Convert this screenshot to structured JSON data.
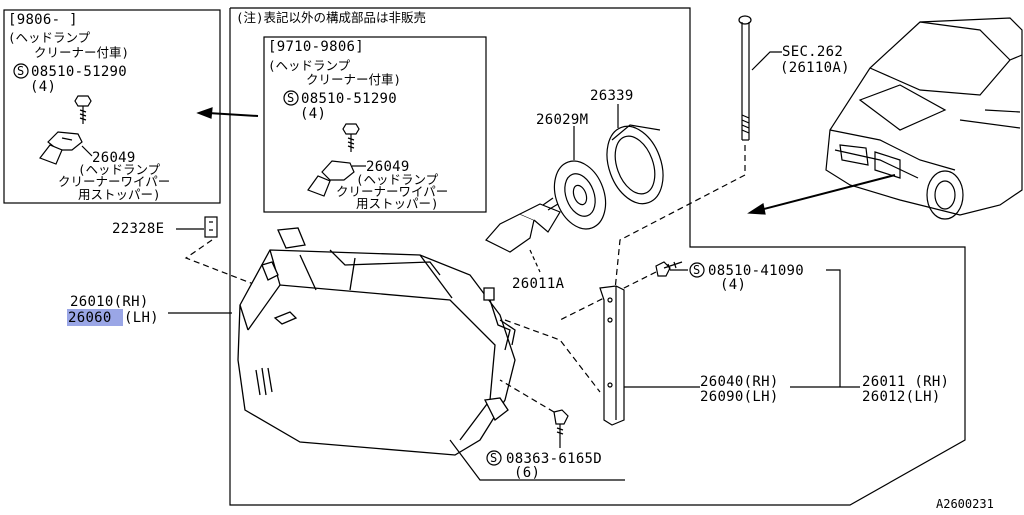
{
  "diagram": {
    "figure_code": "A2600231",
    "note_heading": "(注)表記以外の構成部品は非販売",
    "inset_a": {
      "date_range": "[9806-     ]",
      "variant_line1": "(ヘッドランプ",
      "variant_line2": "クリーナー付車)",
      "bolt_part": "08510-51290",
      "bolt_qty": "(4)",
      "stopper_part": "26049",
      "stopper_desc1": "(ヘッドランプ",
      "stopper_desc2": "クリーナーワイパー",
      "stopper_desc3": "用ストッパー)"
    },
    "inset_b": {
      "date_range": "[9710-9806]",
      "variant_line1": "(ヘッドランプ",
      "variant_line2": "クリーナー付車)",
      "bolt_part": "08510-51290",
      "bolt_qty": "(4)",
      "stopper_part": "26049",
      "stopper_desc1": "(ヘッドランプ",
      "stopper_desc2": "クリーナーワイパー",
      "stopper_desc3": "用ストッパー)"
    },
    "parts": {
      "clip": "22328E",
      "headlamp_rh": "26010(RH)",
      "headlamp_lh_code": "26060",
      "headlamp_lh_suffix": "(LH)",
      "bulb": "26011A",
      "socket": "26029M",
      "cap": "26339",
      "bracket_rh": "26040(RH)",
      "bracket_lh": "26090(LH)",
      "assy_rh": "26011 (RH)",
      "assy_lh": "26012(LH)",
      "bolt_a": "08510-41090",
      "bolt_a_qty": "(4)",
      "bolt_b": "08363-6165D",
      "bolt_b_qty": "(6)",
      "sec_ref": "SEC.262",
      "sec_sub": "(26110A)"
    },
    "symbol_s": "S",
    "highlight_color": "#9aa6e6"
  }
}
